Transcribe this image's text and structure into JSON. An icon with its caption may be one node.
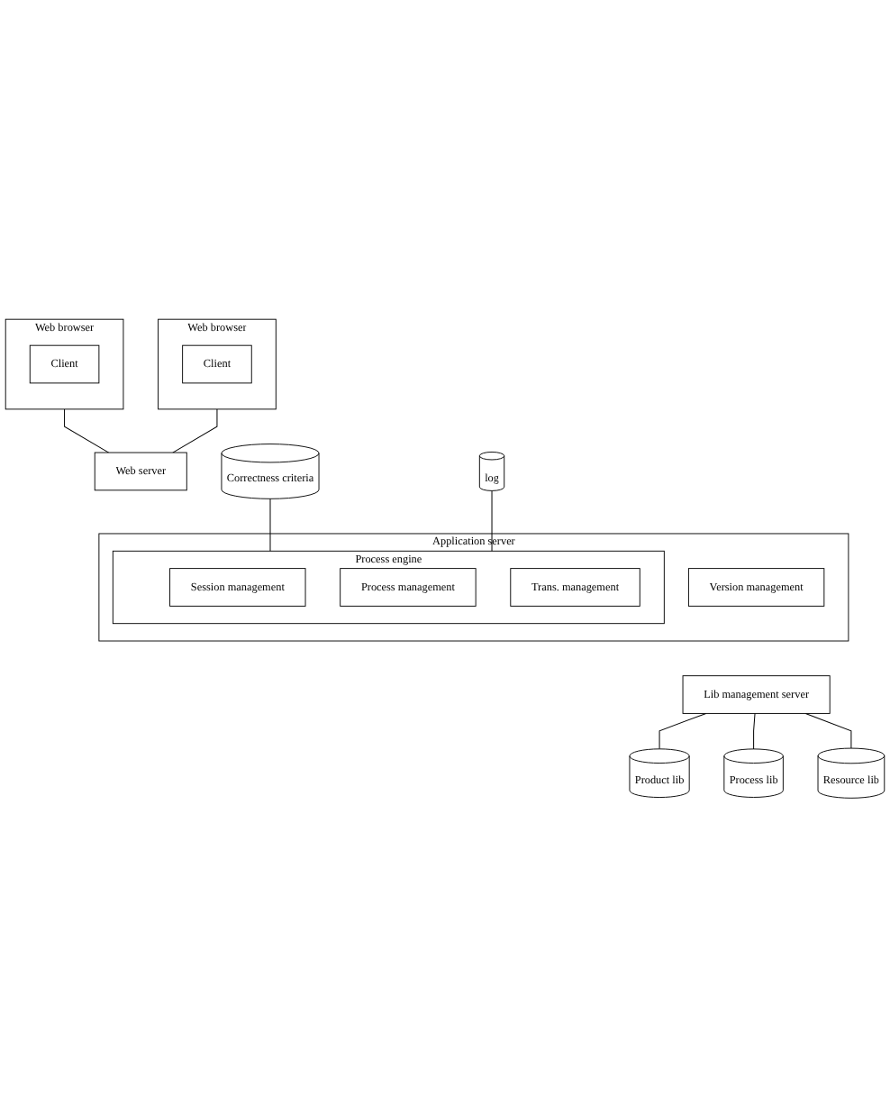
{
  "diagram": {
    "nodes": [
      {
        "text": [
          "Web browser"
        ]
      },
      {
        "text": [
          "Client"
        ],
        "in": 0
      },
      {
        "text": [
          "Web browser"
        ]
      },
      {
        "text": [
          "Client"
        ],
        "in": 2
      },
      {
        "text": [
          "Web server"
        ]
      },
      {
        "text": [
          "Application server"
        ]
      },
      {
        "text": [
          "Process engine"
        ],
        "in": 5
      },
      {
        "text": [
          "Session management"
        ],
        "in": 6
      },
      {
        "text": [
          "Process management"
        ],
        "in": 6
      },
      {
        "text": [
          "Trans. management"
        ],
        "in": 6
      },
      {
        "text": [
          "Version management"
        ],
        "in": 5
      },
      {
        "text": [
          "Correctness criteria"
        ]
      },
      {
        "text": [
          "log"
        ]
      },
      {
        "text": [
          "Lib management server"
        ]
      },
      {
        "text": [
          "Product lib"
        ]
      },
      {
        "text": [
          "Process lib"
        ]
      },
      {
        "text": [
          "Resource lib"
        ]
      }
    ],
    "edges": [
      {
        "from": 0,
        "to": 4,
        "arrow": "none"
      },
      {
        "from": 2,
        "to": 4,
        "arrow": "none"
      },
      {
        "from": 11,
        "to": 6,
        "arrow": "none"
      },
      {
        "from": 12,
        "to": 6,
        "arrow": "none"
      },
      {
        "from": 13,
        "to": 14,
        "arrow": "none"
      },
      {
        "from": 13,
        "to": 15,
        "arrow": "none"
      },
      {
        "from": 13,
        "to": 16,
        "arrow": "none"
      }
    ]
  }
}
